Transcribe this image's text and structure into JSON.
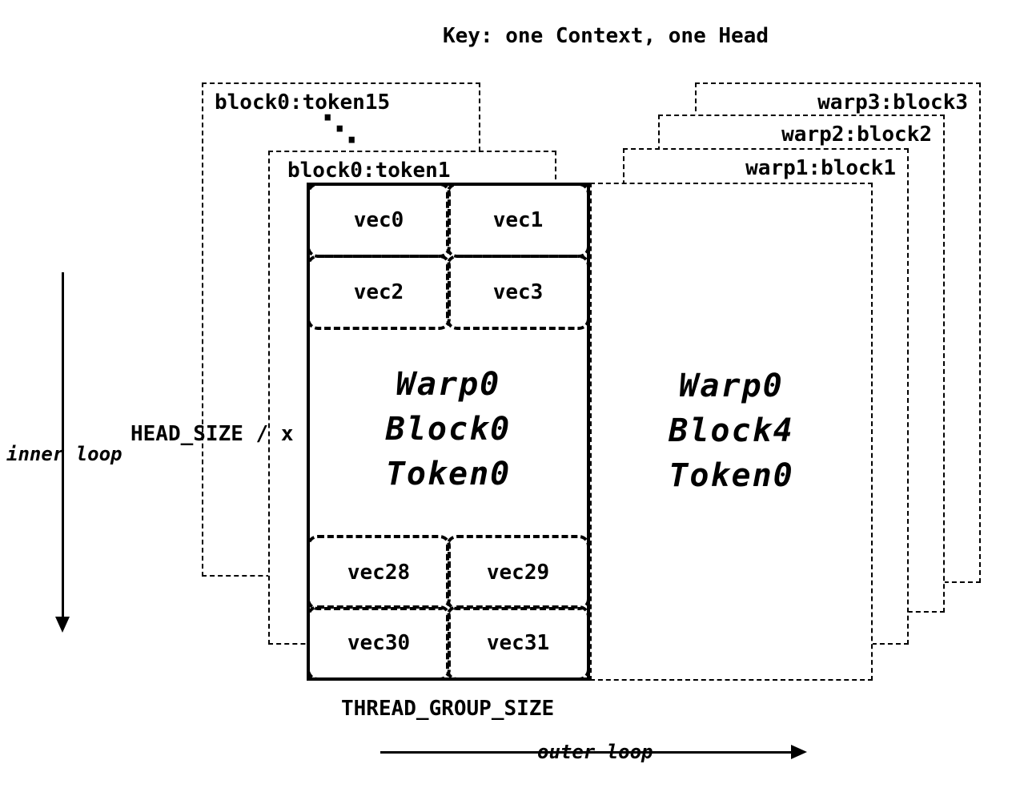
{
  "title": "Key: one Context, one Head",
  "stack_left": {
    "back_label": "block0:token15",
    "mid_label": "block0:token1",
    "dots": [
      "·",
      "·",
      "·"
    ]
  },
  "stack_right": {
    "labels": [
      "warp3:block3",
      "warp2:block2",
      "warp1:block1"
    ]
  },
  "main_block": {
    "vecs": [
      "vec0",
      "vec1",
      "vec2",
      "vec3",
      "vec28",
      "vec29",
      "vec30",
      "vec31"
    ],
    "lines": [
      "Warp0",
      "Block0",
      "Token0"
    ]
  },
  "right_block": {
    "lines": [
      "Warp0",
      "Block4",
      "Token0"
    ]
  },
  "labels": {
    "inner_loop": "inner loop",
    "outer_loop": "outer loop",
    "head_size": "HEAD_SIZE / x",
    "thread_group_size": "THREAD_GROUP_SIZE"
  }
}
